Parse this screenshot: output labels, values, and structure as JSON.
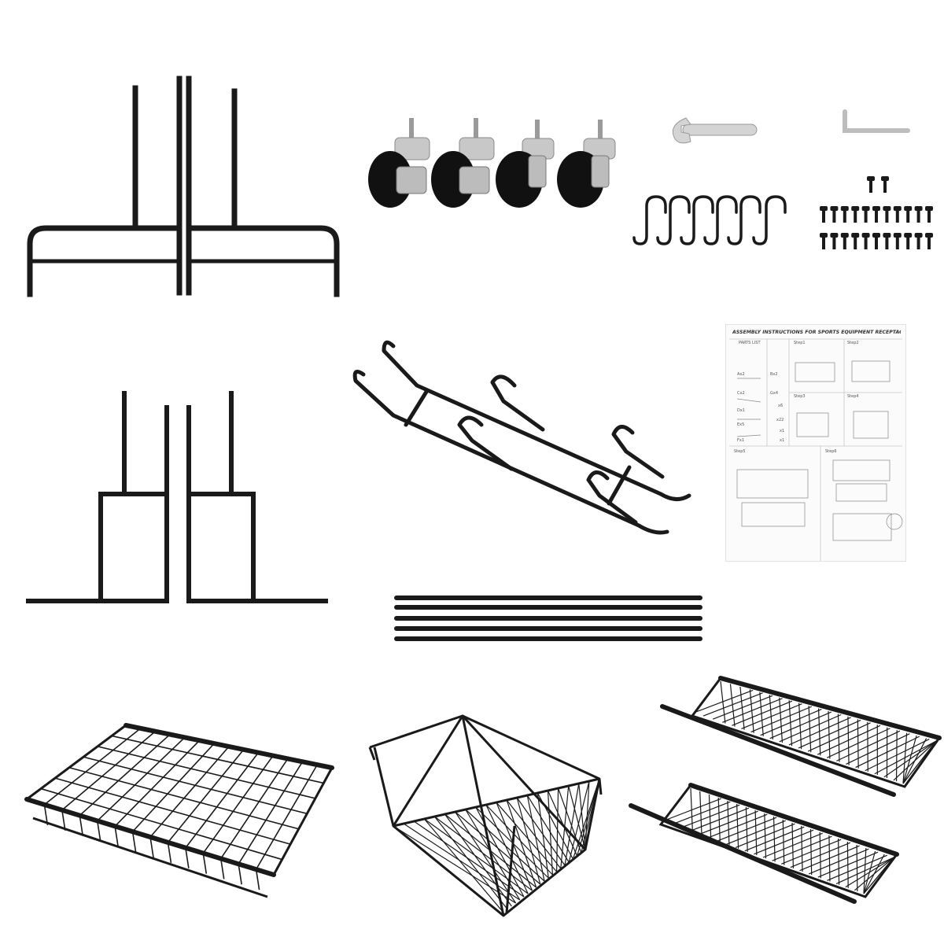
{
  "image": {
    "background": "#ffffff",
    "part_color": "#1a1a1a",
    "metal_color": "#bdbdbd"
  },
  "parts": [
    {
      "name": "side-frame-pair-a",
      "icon": "l-frame-icon"
    },
    {
      "name": "caster-wheels",
      "icon": "caster-wheel-icon",
      "count": 4
    },
    {
      "name": "wrench",
      "icon": "wrench-icon"
    },
    {
      "name": "allen-key",
      "icon": "allen-key-icon"
    },
    {
      "name": "s-hooks",
      "icon": "s-hook-icon",
      "count": 6
    },
    {
      "name": "screws",
      "icon": "screw-icon"
    },
    {
      "name": "side-frame-pair-b",
      "icon": "t-frame-icon"
    },
    {
      "name": "ball-holder-hook-rack",
      "icon": "hook-rack-icon"
    },
    {
      "name": "connecting-rods",
      "icon": "rod-icon",
      "count": 5
    },
    {
      "name": "wire-basket-large",
      "icon": "basket-icon"
    },
    {
      "name": "wire-basket-hanging",
      "icon": "hanging-basket-icon"
    },
    {
      "name": "mesh-shelves",
      "icon": "mesh-tray-icon",
      "count": 2
    }
  ],
  "manual": {
    "title": "ASSEMBLY INSTRUCTIONS FOR SPORTS EQUIPMENT RECEPTACLE",
    "parts_list_label": "PARTS LIST",
    "parts_list": [
      "Ax2",
      "Bx2",
      "Cx2",
      "Gx4",
      "Dx1",
      "x6",
      "x22",
      "Ex5",
      "x1",
      "Fx1",
      "x1"
    ],
    "steps": [
      "Step1",
      "Step2",
      "Step3",
      "Step4",
      "Step5",
      "Step6"
    ]
  }
}
